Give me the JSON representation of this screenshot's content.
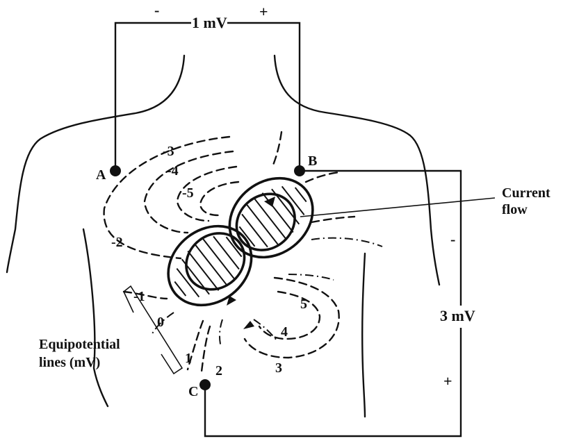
{
  "diagram": {
    "voltmeter_top": {
      "minus": "-",
      "value": "1 mV",
      "plus": "+"
    },
    "voltmeter_right": {
      "minus": "-",
      "value": "3 mV",
      "plus": "+"
    },
    "electrodes": {
      "a": "A",
      "b": "B",
      "c": "C"
    },
    "negative_levels": [
      "-1",
      "-2",
      "-3",
      "-4",
      "-5"
    ],
    "positive_levels": [
      "0",
      "1",
      "2",
      "3",
      "4",
      "5"
    ],
    "current_flow_label": [
      "Current",
      "flow"
    ],
    "equipotential_label": [
      "Equipotential",
      "lines (mV)"
    ]
  }
}
